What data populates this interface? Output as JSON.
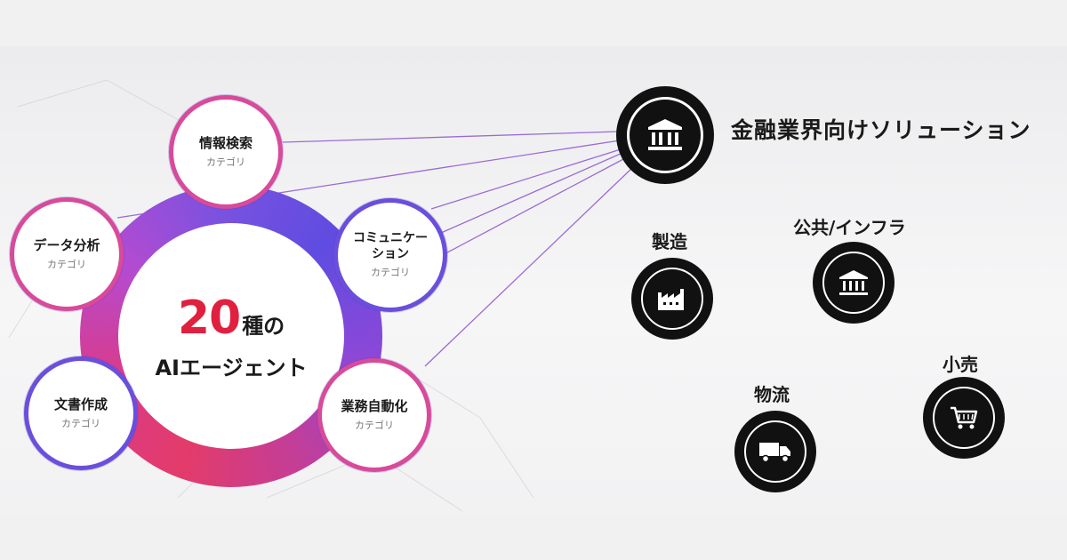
{
  "center": {
    "number": "20",
    "kind": "種の",
    "subtitle": "AIエージェント"
  },
  "categories": [
    {
      "id": "info-search",
      "title": "情報検索",
      "category_label": "カテゴリ"
    },
    {
      "id": "data-analysis",
      "title": "データ分析",
      "category_label": "カテゴリ"
    },
    {
      "id": "communication",
      "title": "コミュニケー\nション",
      "category_label": "カテゴリ"
    },
    {
      "id": "document-creation",
      "title": "文書作成",
      "category_label": "カテゴリ"
    },
    {
      "id": "business-automation",
      "title": "業務自動化",
      "category_label": "カテゴリ"
    }
  ],
  "hub": {
    "title": "金融業界向けソリューション",
    "icon": "bank-icon"
  },
  "industries": [
    {
      "id": "manufacturing",
      "label": "製造",
      "icon": "factory-icon"
    },
    {
      "id": "public-infra",
      "label": "公共/インフラ",
      "icon": "government-building-icon"
    },
    {
      "id": "retail",
      "label": "小売",
      "icon": "shopping-cart-icon"
    },
    {
      "id": "logistics",
      "label": "物流",
      "icon": "truck-icon"
    }
  ],
  "colors": {
    "accent_red": "#e0203f",
    "ring_pink": "#d84a9a",
    "ring_purple": "#6a4fdc",
    "line_purple": "#9b6ad8",
    "icon_bg": "#111111"
  }
}
